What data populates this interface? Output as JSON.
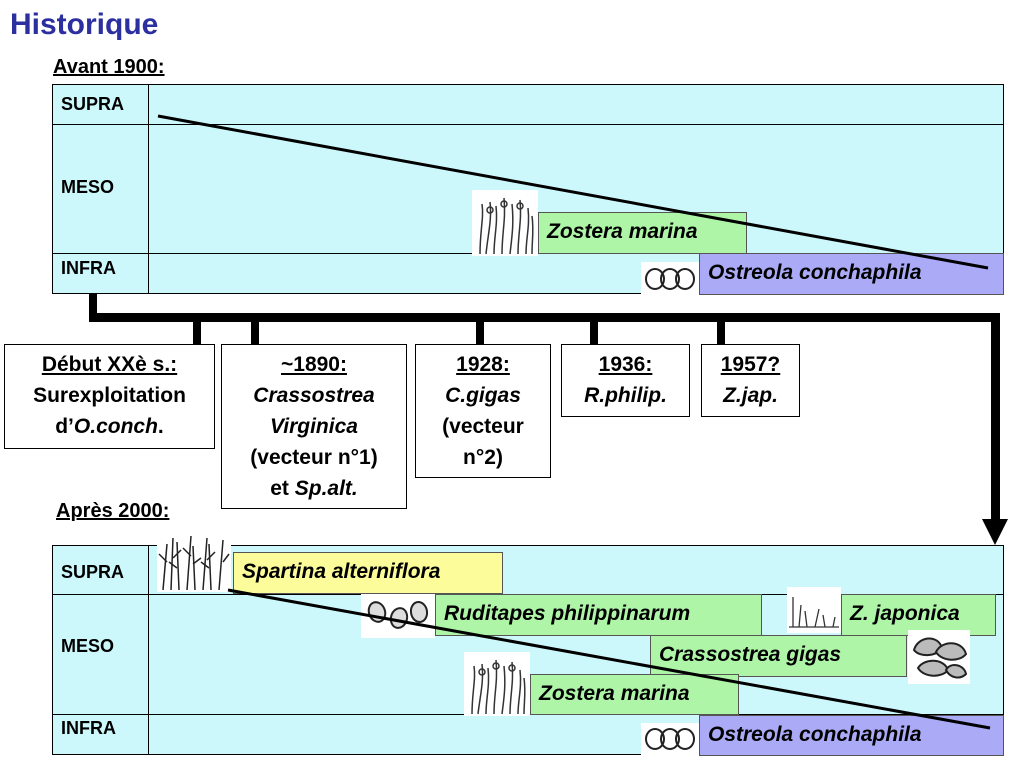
{
  "title": "Historique",
  "before": {
    "label": "Avant 1900:",
    "zones": [
      "SUPRA",
      "MESO",
      "INFRA"
    ],
    "species": {
      "zostera": "Zostera marina",
      "ostreola": "Ostreola conchaphila"
    }
  },
  "events": [
    {
      "line1": "Début XXè s.:",
      "line2": "Surexploitation",
      "line3a": "d’",
      "line3b": "O.conch",
      "line3c": "."
    },
    {
      "line1": "~1890:",
      "line2": "Crassostrea",
      "line3": "Virginica",
      "line4": "(vecteur n°1)",
      "line5a": "et ",
      "line5b": "Sp.alt."
    },
    {
      "line1": "1928:",
      "line2": "C.gigas",
      "line3": "(vecteur",
      "line4": "n°2)"
    },
    {
      "line1": "1936:",
      "line2": "R.philip."
    },
    {
      "line1": "1957?",
      "line2": "Z.jap."
    }
  ],
  "after": {
    "label": "Après 2000:",
    "zones": [
      "SUPRA",
      "MESO",
      "INFRA"
    ],
    "species": {
      "spartina": "Spartina alterniflora",
      "ruditapes": "Ruditapes philippinarum",
      "zjaponica": "Z. japonica",
      "crassostrea": "Crassostrea gigas",
      "zostera": "Zostera marina",
      "ostreola": "Ostreola conchaphila"
    }
  },
  "colors": {
    "title": "#2b2fa0",
    "zone_bg": "#ccf7fb",
    "green_box": "#aef5a8",
    "violet_box": "#aaaaf7",
    "yellow_box": "#fcfc9a"
  }
}
